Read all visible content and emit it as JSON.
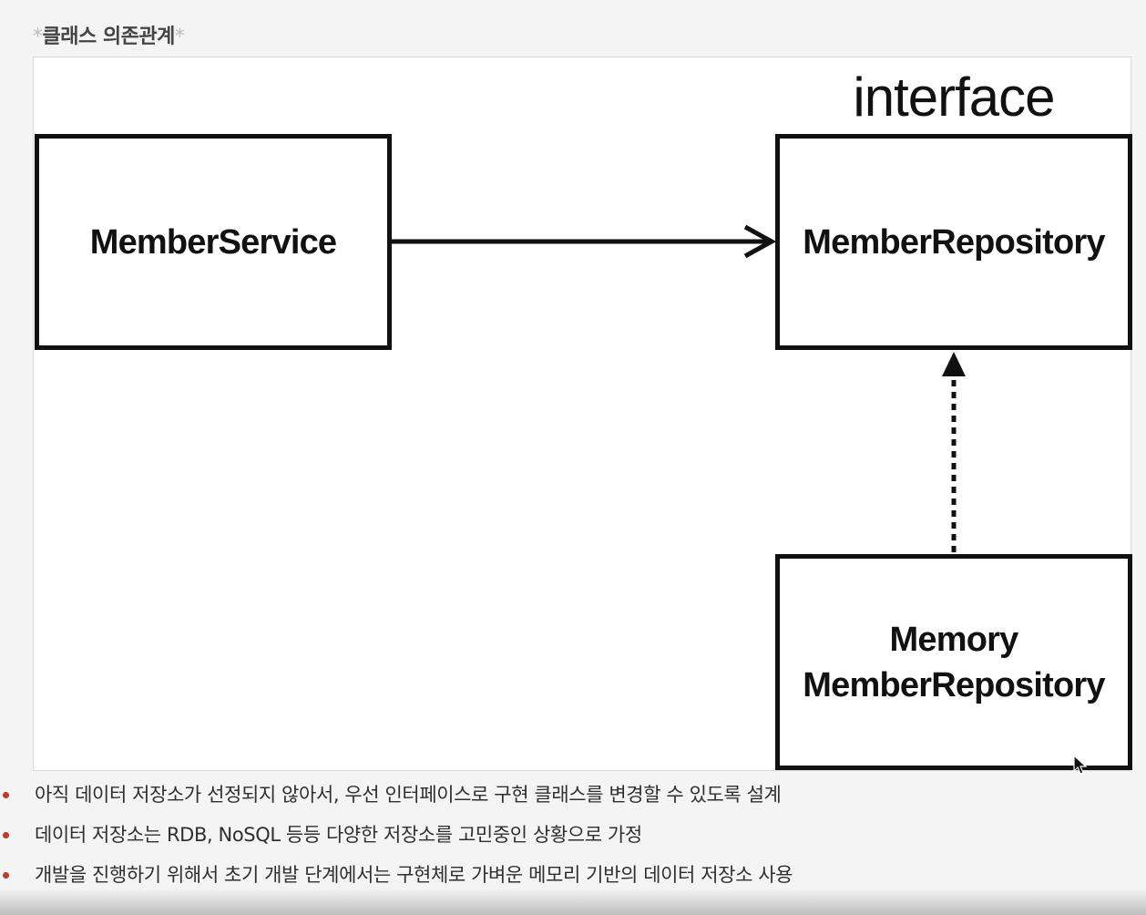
{
  "heading": {
    "star_left": "*",
    "title": "클래스 의존관계",
    "star_right": "*"
  },
  "diagram": {
    "interface_label": "interface",
    "member_service": "MemberService",
    "member_repository": "MemberRepository",
    "memory_repository_line1": "Memory",
    "memory_repository_line2": "MemberRepository"
  },
  "notes": [
    "아직 데이터 저장소가 선정되지 않아서, 우선 인터페이스로 구현 클래스를 변경할 수 있도록 설계",
    "데이터 저장소는 RDB, NoSQL 등등 다양한 저장소를 고민중인 상황으로 가정",
    "개발을 진행하기 위해서 초기 개발 단계에서는 구현체로 가벼운 메모리 기반의 데이터 저장소 사용"
  ],
  "colors": {
    "bullet": "#c0392b",
    "box_border": "#111111"
  }
}
